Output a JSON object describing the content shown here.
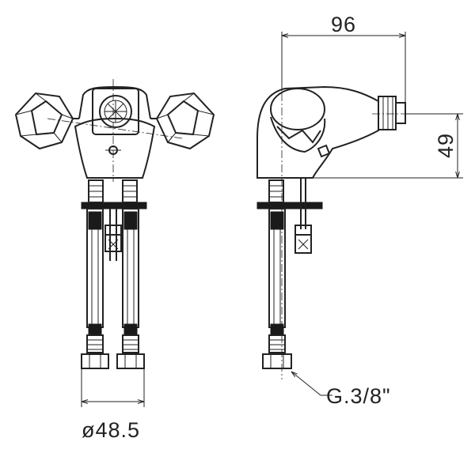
{
  "dimensions": {
    "width_top": "96",
    "height_right": "49",
    "diameter_bottom": "ø48.5",
    "thread_callout": "G.3/8\""
  }
}
